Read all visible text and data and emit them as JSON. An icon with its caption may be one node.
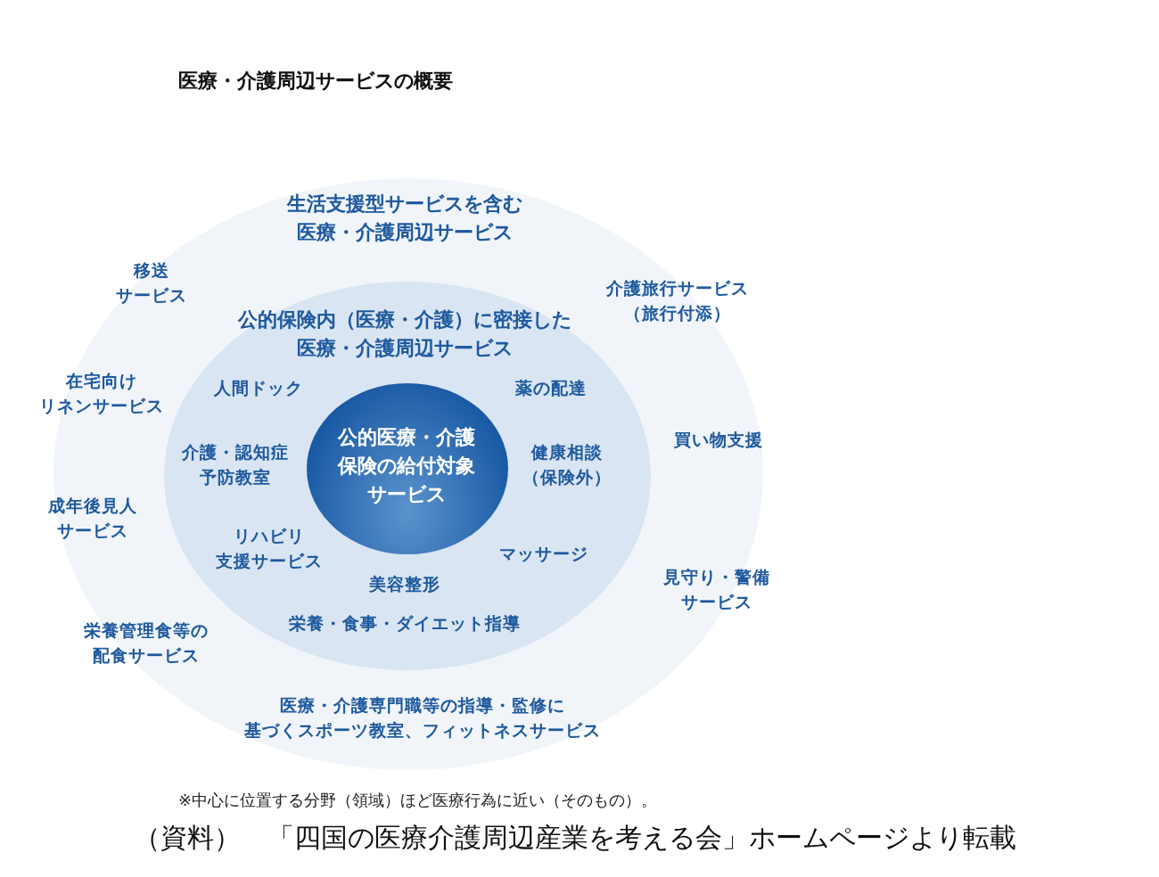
{
  "diagram": {
    "title": "医療・介護周辺サービスの概要",
    "caption": "（資料）　「四国の医療介護周辺産業を考える会」ホームページより転載",
    "nodes": [
      {
        "text": [
          "生活支援型サービスを含む医療・介護周辺サービス",
          "移送サービス",
          "介護旅行サービス（旅行付添）",
          "在宅向けリネンサービス",
          "買い物支援",
          "成年後見人サービス",
          "見守り・警備サービス",
          "栄養管理食等の配食サービス",
          "医療・介護専門職等の指導・監修に基づくスポーツ教室、フィットネスサービス"
        ]
      },
      {
        "text": [
          "公的保険内（医療・介護）に密接した医療・介護周辺サービス",
          "人間ドック",
          "薬の配達",
          "介護・認知症予防教室",
          "健康相談（保険外）",
          "リハビリ支援サービス",
          "マッサージ",
          "美容整形",
          "栄養・食事・ダイエット指導"
        ],
        "in": 0
      },
      {
        "text": [
          "公的医療・介護保険の給付対象サービス"
        ],
        "in": 1
      }
    ],
    "edges": [],
    "labels": [
      "※中心に位置する分野（領域）ほど医療行為に近い（そのもの）。"
    ]
  }
}
